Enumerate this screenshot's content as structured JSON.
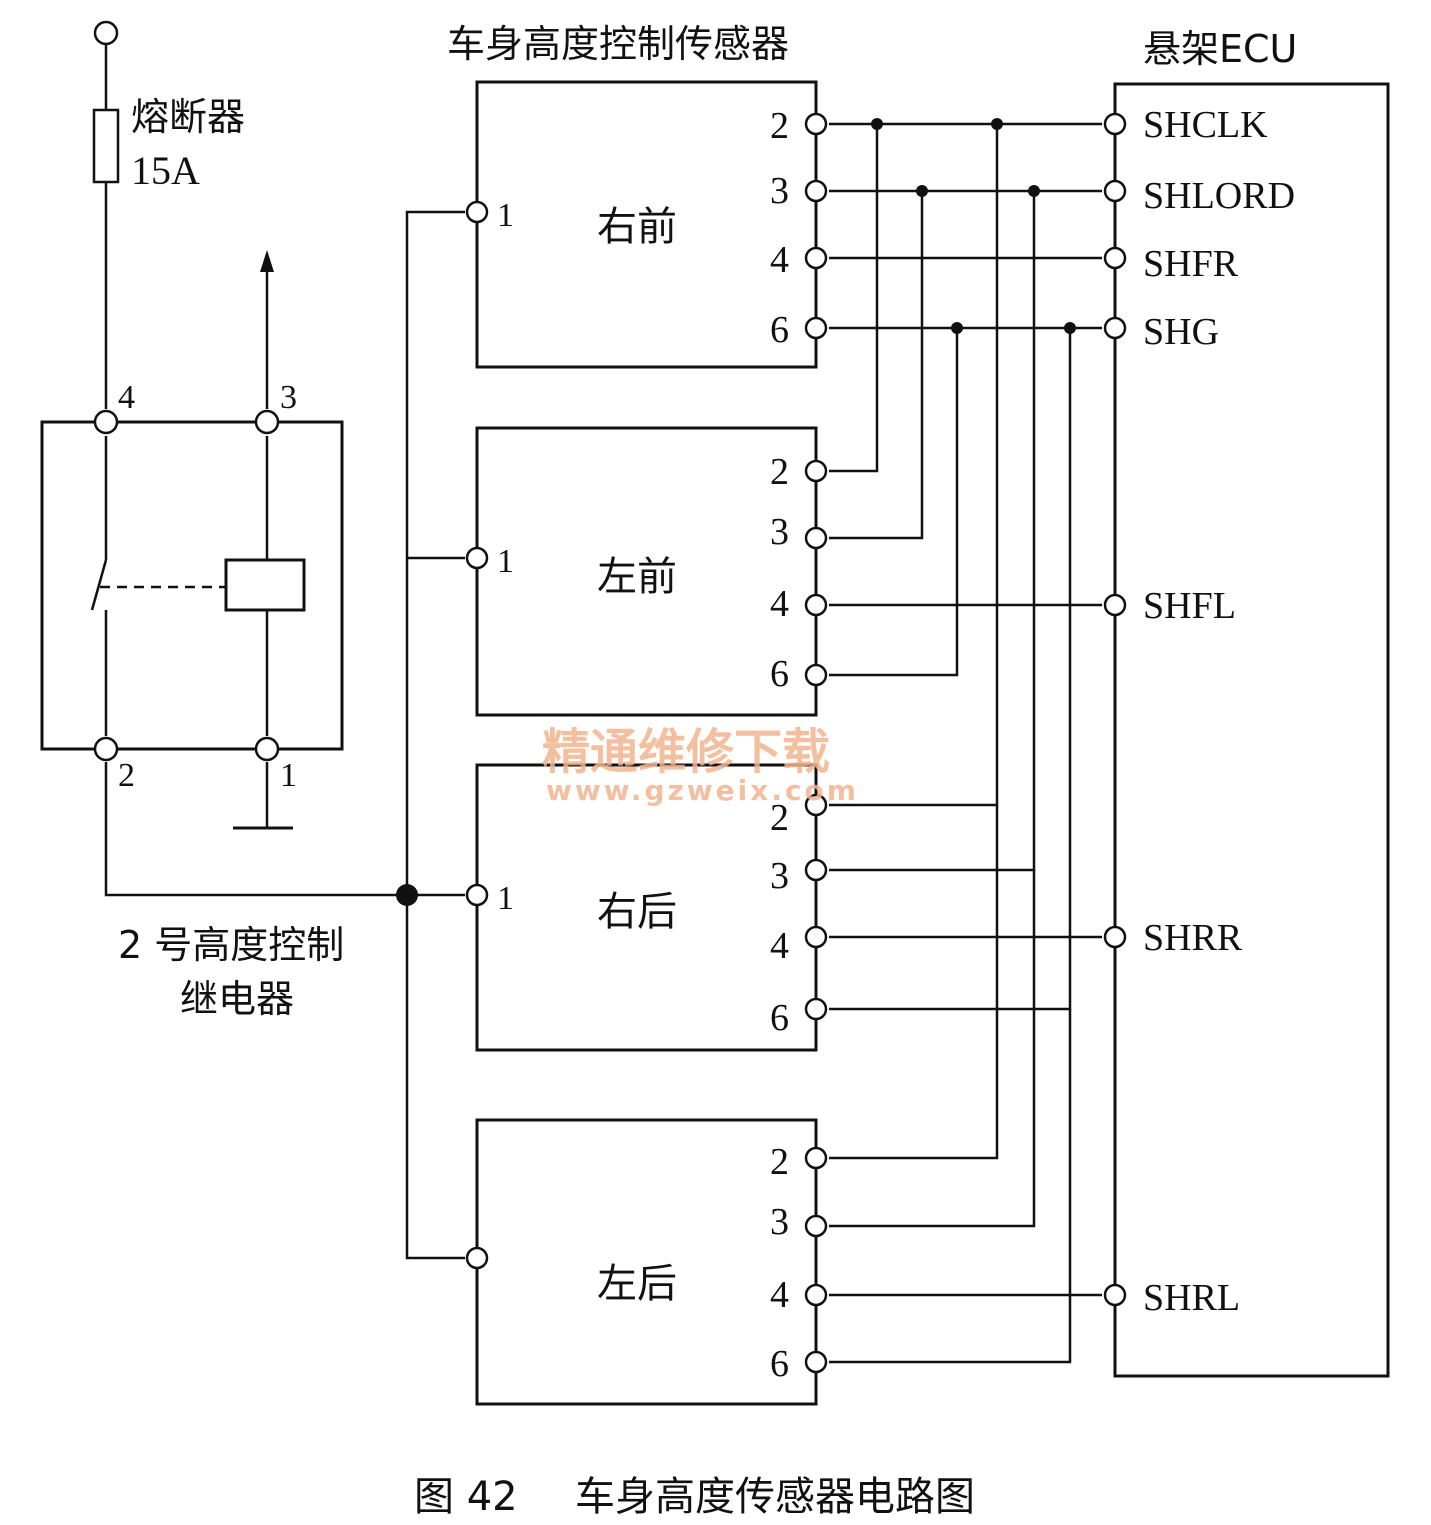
{
  "title": "车身高度控制传感器",
  "ecu": {
    "label": "悬架ECU",
    "terminals": [
      "SHCLK",
      "SHLORD",
      "SHFR",
      "SHG",
      "SHFL",
      "SHRR",
      "SHRL"
    ]
  },
  "fuse": {
    "label": "熔断器",
    "rating": "15A"
  },
  "relay": {
    "label_line1": "2 号高度控制",
    "label_line2": "继电器",
    "pins": [
      "4",
      "3",
      "2",
      "1"
    ]
  },
  "sensors": [
    {
      "name": "右前",
      "pin1": "1",
      "pins": [
        "2",
        "3",
        "4",
        "6"
      ]
    },
    {
      "name": "左前",
      "pin1": "1",
      "pins": [
        "2",
        "3",
        "4",
        "6"
      ]
    },
    {
      "name": "右后",
      "pin1": "1",
      "pins": [
        "2",
        "3",
        "4",
        "6"
      ]
    },
    {
      "name": "左后",
      "pin1": "",
      "pins": [
        "2",
        "3",
        "4",
        "6"
      ]
    }
  ],
  "watermark": {
    "line1": "精通维修下载",
    "line2": "www.gzweix.com",
    "color": "#f2b48e"
  },
  "caption": {
    "figure": "图 42",
    "text": "车身高度传感器电路图"
  }
}
